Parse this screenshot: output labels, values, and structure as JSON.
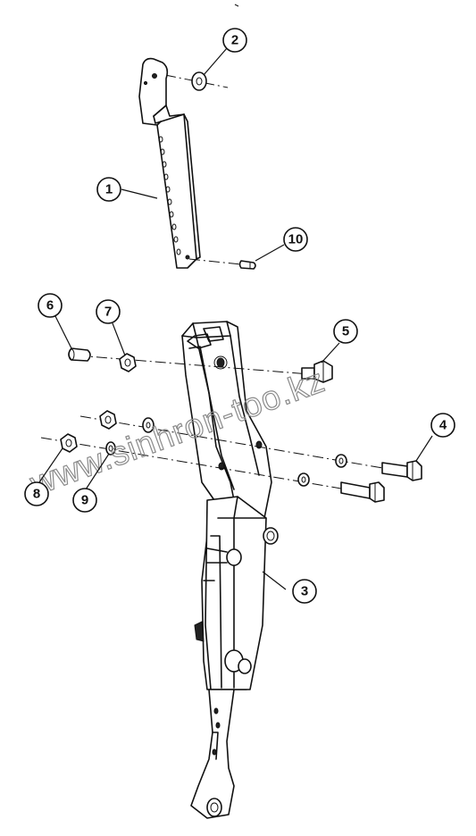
{
  "callouts": [
    {
      "id": "c1",
      "label": "1"
    },
    {
      "id": "c2",
      "label": "2"
    },
    {
      "id": "c3",
      "label": "3"
    },
    {
      "id": "c4",
      "label": "4"
    },
    {
      "id": "c5",
      "label": "5"
    },
    {
      "id": "c6",
      "label": "6"
    },
    {
      "id": "c7",
      "label": "7"
    },
    {
      "id": "c8",
      "label": "8"
    },
    {
      "id": "c9",
      "label": "9"
    },
    {
      "id": "c10",
      "label": "10"
    }
  ],
  "watermark": {
    "text": "www.sinhron-too.kz",
    "color": "#8a8a8a"
  },
  "colors": {
    "line": "#111111",
    "background": "#ffffff"
  }
}
